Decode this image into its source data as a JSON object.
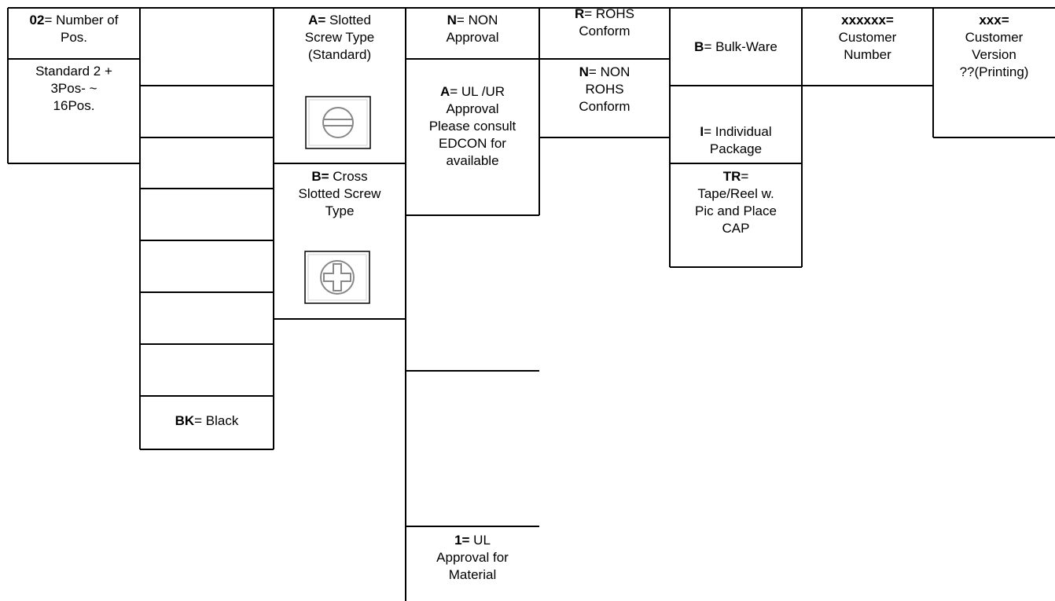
{
  "columns": {
    "positions": {
      "top": {
        "code": "02",
        "lines": [
          "= Number of",
          "Pos."
        ]
      },
      "bottom": {
        "lines": [
          "Standard 2 +",
          "3Pos-  ~",
          "16Pos."
        ]
      }
    },
    "color": {
      "black": {
        "code": "BK",
        "rest": "= Black"
      }
    },
    "screw_type": {
      "slotted": {
        "code": "A=",
        "lines": [
          " Slotted",
          "Screw Type",
          "(Standard)"
        ]
      },
      "cross": {
        "code": "B=",
        "lines": [
          " Cross",
          "Slotted Screw",
          "Type"
        ]
      }
    },
    "approval": {
      "non": {
        "code": "N",
        "lines": [
          "= NON",
          "Approval"
        ]
      },
      "ul": {
        "code": "A",
        "lines": [
          "= UL /UR",
          "Approval",
          "Please consult",
          "EDCON for",
          "available"
        ]
      },
      "material": {
        "code": "1=",
        "lines": [
          " UL",
          "Approval for",
          "Material"
        ]
      }
    },
    "rohs": {
      "conform": {
        "code": "R",
        "lines": [
          "= ROHS",
          "Conform"
        ]
      },
      "non": {
        "code": "N",
        "lines": [
          "= NON",
          "ROHS",
          "Conform"
        ]
      }
    },
    "packaging": {
      "bulk": {
        "code": "B",
        "rest": "= Bulk-Ware"
      },
      "individual": {
        "code": "I",
        "lines": [
          "= Individual",
          "Package"
        ]
      },
      "tape_reel": {
        "code": "TR",
        "lines": [
          "=",
          "Tape/Reel w.",
          "Pic and Place",
          "CAP"
        ]
      }
    },
    "customer_number": {
      "code": "xxxxxx=",
      "lines": [
        "Customer",
        "Number"
      ]
    },
    "customer_version": {
      "code": "xxx=",
      "lines": [
        "Customer",
        "Version",
        "??(Printing)"
      ]
    }
  },
  "icons": {
    "slotted_screw": "slotted-screw-head-icon",
    "cross_screw": "cross-slotted-screw-head-icon"
  },
  "colors": {
    "line": "#000000",
    "icon_stroke": "#888888",
    "background": "#ffffff"
  }
}
